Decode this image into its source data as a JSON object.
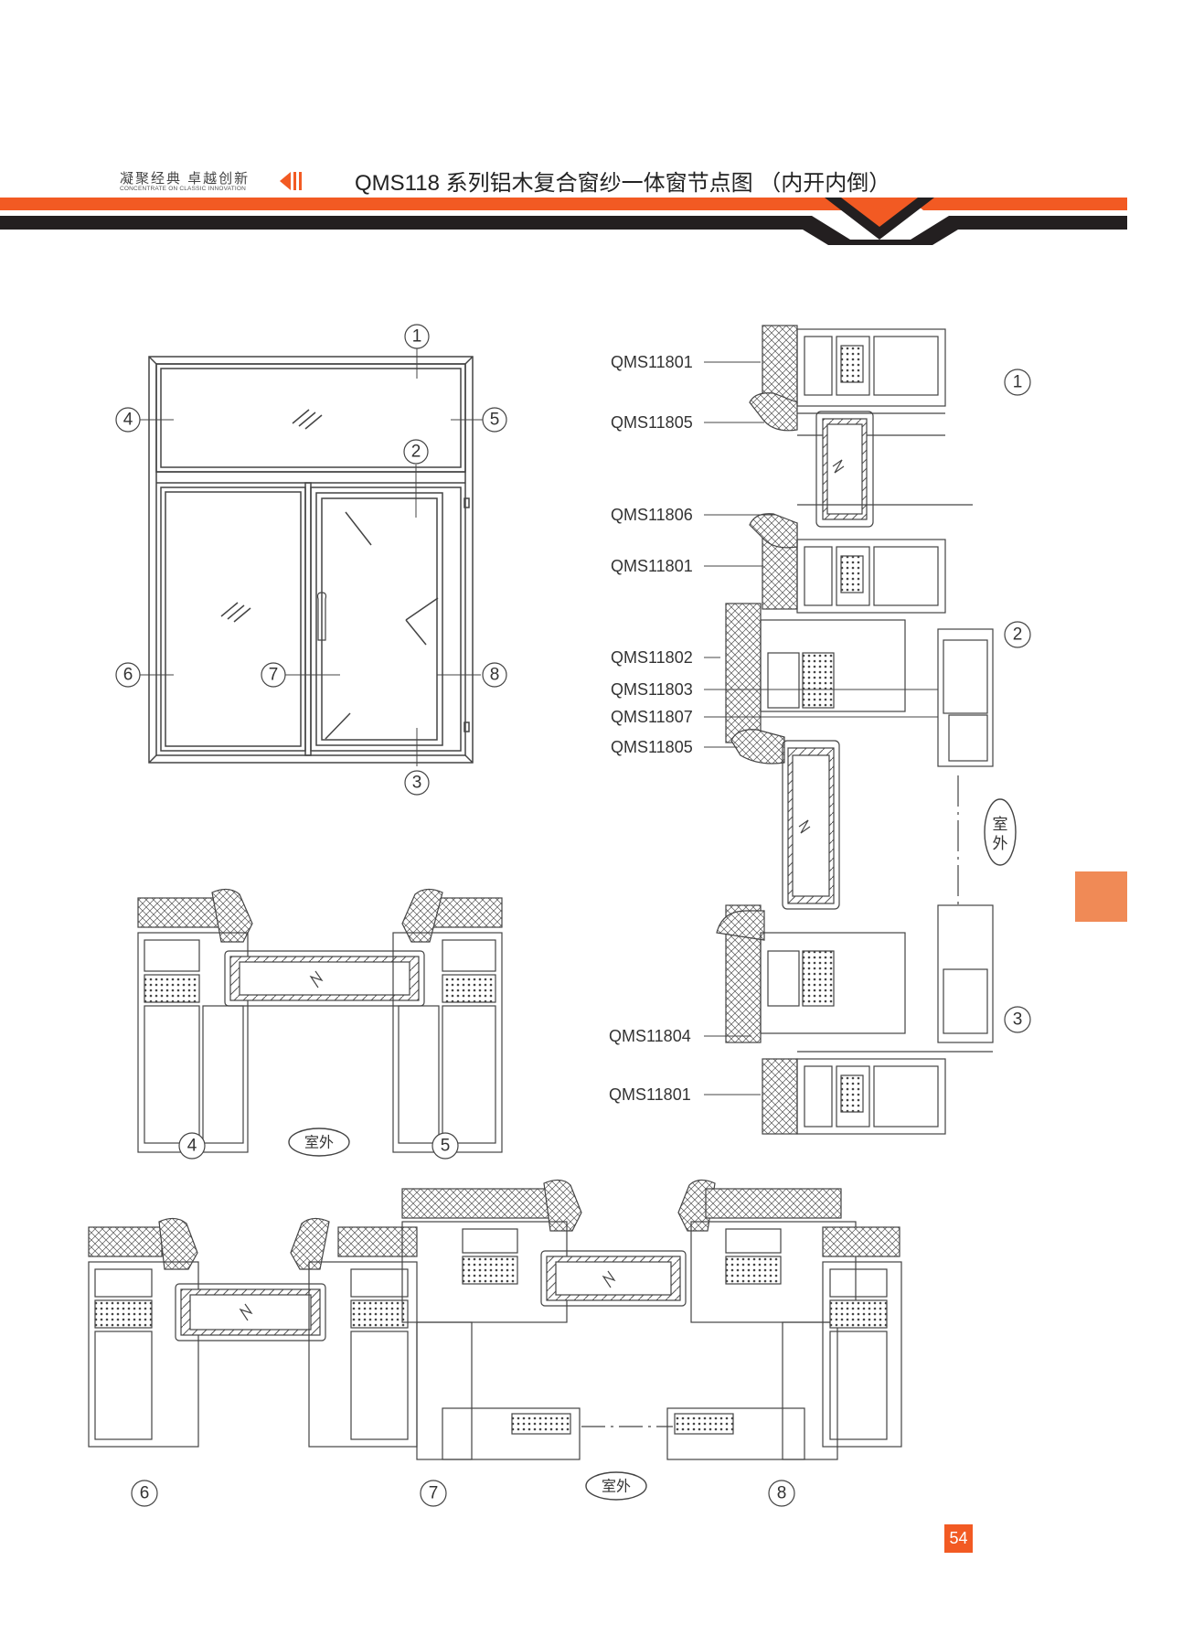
{
  "header": {
    "slogan_cn": "凝聚经典  卓越创新",
    "slogan_en": "CONCENTRATE ON CLASSIC INNOVATION",
    "title": "QMS118 系列铝木复合窗纱一体窗节点图 （内开内倒）"
  },
  "elevation": {
    "callouts": [
      "1",
      "2",
      "3",
      "4",
      "5",
      "6",
      "7",
      "8"
    ]
  },
  "vertical_section": {
    "part_labels": [
      "QMS11801",
      "QMS11805",
      "QMS11806",
      "QMS11801",
      "QMS11802",
      "QMS11803",
      "QMS11807",
      "QMS11805",
      "QMS11804",
      "QMS11801"
    ],
    "node_numbers": [
      "1",
      "2",
      "3"
    ],
    "outdoor_label": "室外",
    "outdoor_label_line1": "室",
    "outdoor_label_line2": "外"
  },
  "section_45": {
    "node_numbers": [
      "4",
      "5"
    ],
    "outdoor_label": "室外"
  },
  "section_678": {
    "node_numbers": [
      "6",
      "7",
      "8"
    ],
    "outdoor_label": "室外"
  },
  "page_number": "54",
  "colors": {
    "brand_orange": "#f25a23",
    "header_dark": "#231f20",
    "side_tab": "#f08a56",
    "line": "#444444"
  }
}
